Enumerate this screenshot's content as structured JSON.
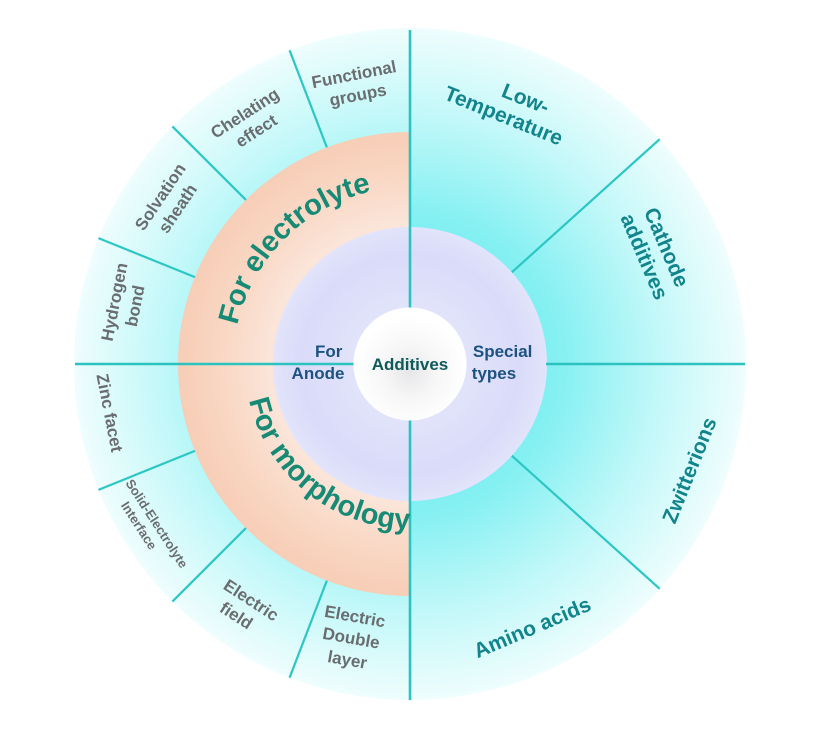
{
  "center": {
    "label": "Additives"
  },
  "inner_ring": {
    "left": {
      "line1": "For",
      "line2": "Anode"
    },
    "right": {
      "line1": "Special",
      "line2": "types"
    }
  },
  "middle_ring": {
    "upper": "For electrolyte",
    "lower": "For morphology"
  },
  "outer_left": {
    "upper": [
      {
        "line1": "Functional",
        "line2": "groups"
      },
      {
        "line1": "Chelating",
        "line2": "effect"
      },
      {
        "line1": "Solvation",
        "line2": "sheath"
      },
      {
        "line1": "Hydrogen",
        "line2": "bond"
      }
    ],
    "lower": [
      {
        "line1": "Zinc facet",
        "line2": ""
      },
      {
        "line1": "Solid-Electrolyte",
        "line2": "Interface"
      },
      {
        "line1": "Electric",
        "line2": "field"
      },
      {
        "line1": "Electric",
        "line2": "Double",
        "line3": "layer"
      }
    ]
  },
  "outer_right": [
    {
      "line1": "Low-",
      "line2": "Temperature"
    },
    {
      "line1": "Cathode",
      "line2": "additives"
    },
    {
      "line1": "Zwitterions",
      "line2": ""
    },
    {
      "line1": "Amino acids",
      "line2": ""
    }
  ],
  "colors": {
    "outer_ring_inner": "#7ff0f2",
    "outer_ring_outer": "#eafcfd",
    "orange_ring": "#f9d6c1",
    "purple_ring": "#d8dbf9",
    "divider": "#2cc7c4",
    "electrolyte_text": "#168a74",
    "right_text": "#12848c",
    "inner_text": "#1d5280"
  }
}
